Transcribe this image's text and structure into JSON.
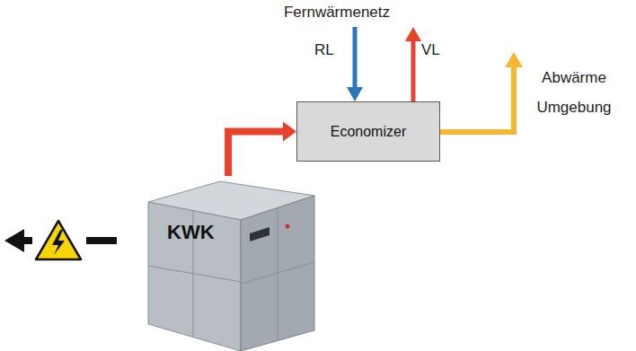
{
  "diagram": {
    "nodes": [
      {
        "text": [
          "Economizer"
        ]
      },
      {
        "text": [
          "KWK"
        ]
      }
    ],
    "edges": [
      {
        "from": 1,
        "to": 0,
        "arrow": "to"
      }
    ],
    "labels": [
      "Fernwärmenetz",
      "RL",
      "VL",
      "Abwärme Umgebung"
    ]
  }
}
